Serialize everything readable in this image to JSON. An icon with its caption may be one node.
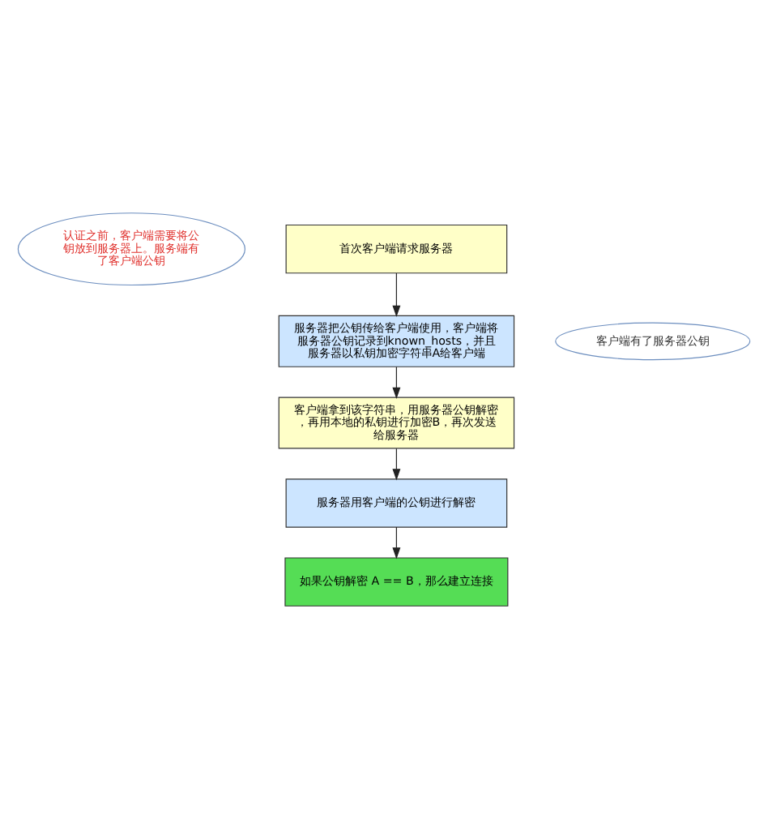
{
  "diagram": {
    "nodes": [
      {
        "text": [
          "认证之前，客户端需要将公钥放到服务器上。服务端有了客户端公钥"
        ]
      },
      {
        "text": [
          "首次客户端请求服务器"
        ]
      },
      {
        "text": [
          "服务器把公钥传给客户端使用，客户端将服务器公钥记录到known_hosts，并且服务器以私钥加密字符串A给客户端"
        ]
      },
      {
        "text": [
          "客户端有了服务器公钥"
        ]
      },
      {
        "text": [
          "客户端拿到该字符串，用服务器公钥解密，再用本地的私钥进行加密B，再次发送给服务器"
        ]
      },
      {
        "text": [
          "服务器用客户端的公钥进行解密"
        ]
      },
      {
        "text": [
          "如果公钥解密 A == B，那么建立连接"
        ]
      }
    ],
    "edges": [
      {
        "from": 1,
        "to": 2,
        "arrow": "to"
      },
      {
        "from": 2,
        "to": 4,
        "arrow": "to"
      },
      {
        "from": 4,
        "to": 5,
        "arrow": "to"
      },
      {
        "from": 5,
        "to": 6,
        "arrow": "to"
      }
    ]
  }
}
